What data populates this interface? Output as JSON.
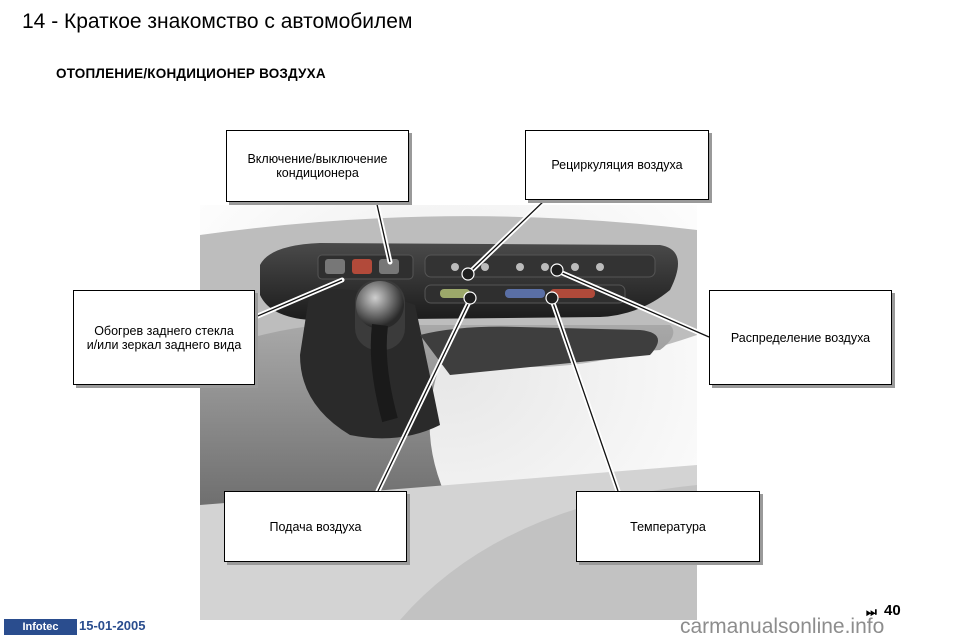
{
  "header": {
    "page_chapter": "14 - Краткое знакомство с автомобилем"
  },
  "section": {
    "title": "ОТОПЛЕНИЕ/КОНДИЦИОНЕР ВОЗДУХА"
  },
  "callouts": {
    "ac_toggle": "Включение/выключение\nкондиционера",
    "recirculation": "Рециркуляция воздуха",
    "rear_defrost": "Обогрев заднего стекла\nи/или зеркал заднего вида",
    "distribution": "Распределение воздуха",
    "air_supply": "Подача воздуха",
    "temperature": "Температура"
  },
  "footer": {
    "logo": "Infotec",
    "date": "15-01-2005",
    "next_icon": "skip-forward-icon",
    "page_number": "40",
    "watermark": "carmanualsonline.info"
  },
  "colors": {
    "footer_blue": "#2a4d8e",
    "panel_dark": "#2b2b2b",
    "console_grey": "#8e8e8e"
  }
}
